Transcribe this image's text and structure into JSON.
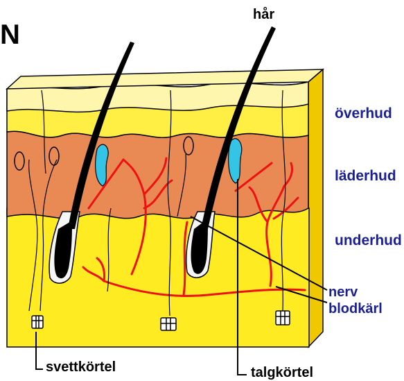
{
  "title_fragment": "N",
  "labels": {
    "har": "hår",
    "overhud": "överhud",
    "laderhud": "läderhud",
    "underhud": "underhud",
    "nerv": "nerv",
    "blodkarl": "blodkärl",
    "svettkortel": "svettkörtel",
    "talgkortel": "talgkörtel"
  },
  "colors": {
    "epidermis_light": "#fff6ad",
    "epidermis": "#ffee44",
    "dermis": "#e98a54",
    "hypodermis": "#ffeb22",
    "sebaceous": "#33c4e6",
    "blood_vessel": "#ee1111",
    "label_blue": "#1b1f96",
    "outline": "#000000"
  }
}
